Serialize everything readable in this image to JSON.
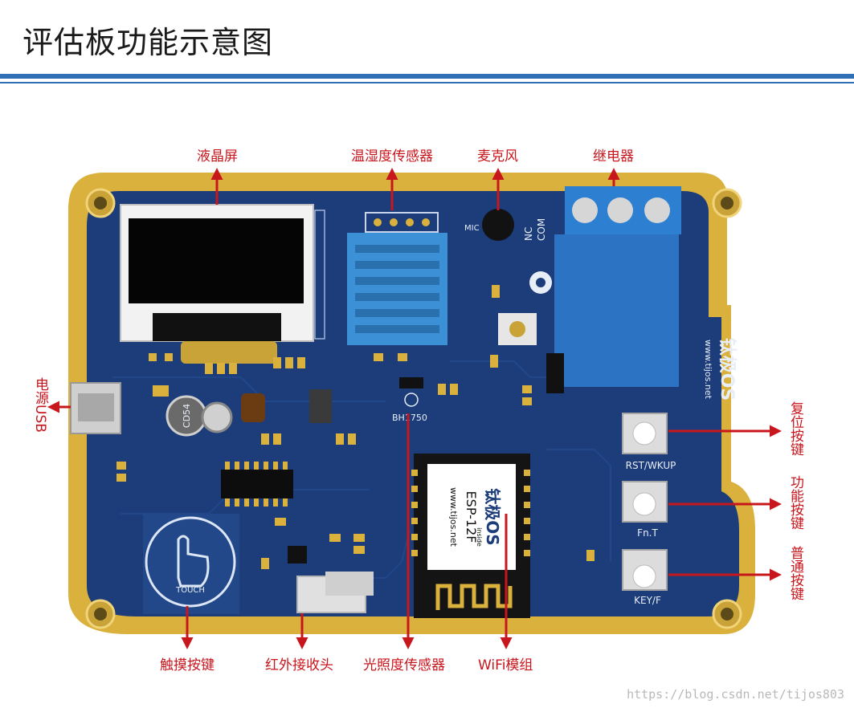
{
  "title": "评估板功能示意图",
  "labels": {
    "lcd": "液晶屏",
    "temp_humidity": "温湿度传感器",
    "mic": "麦克风",
    "relay": "继电器",
    "usb_power": "电源USB",
    "reset_key": "复位按键",
    "function_key": "功能按键",
    "normal_key": "普通按键",
    "touch_key": "触摸按键",
    "ir_receiver": "红外接收头",
    "light_sensor": "光照度传感器",
    "wifi_module": "WiFi模组"
  },
  "silkscreen": {
    "button_rst": "RST/WKUP",
    "button_fn": "Fn.T",
    "button_key": "KEY/F",
    "module_brand": "钛极OS",
    "module_model": "ESP-12F",
    "module_url": "www.tijos.net",
    "module_inside": "inside",
    "touch": "TOUCH",
    "board_logo": "钛极OS",
    "board_url": "www.tijos.net",
    "inductor": "CD54",
    "light_sensor_part": "BH1750",
    "mic": "MIC",
    "relay_nc": "NC",
    "relay_com": "COM"
  },
  "watermark": "https://blog.csdn.net/tijos803",
  "colors": {
    "accent_blue": "#2f6fb5",
    "label_red": "#c8161d",
    "pcb_blue": "#1c3d7a",
    "pcb_gold": "#d9b13c",
    "relay_blue": "#2c73c4"
  }
}
